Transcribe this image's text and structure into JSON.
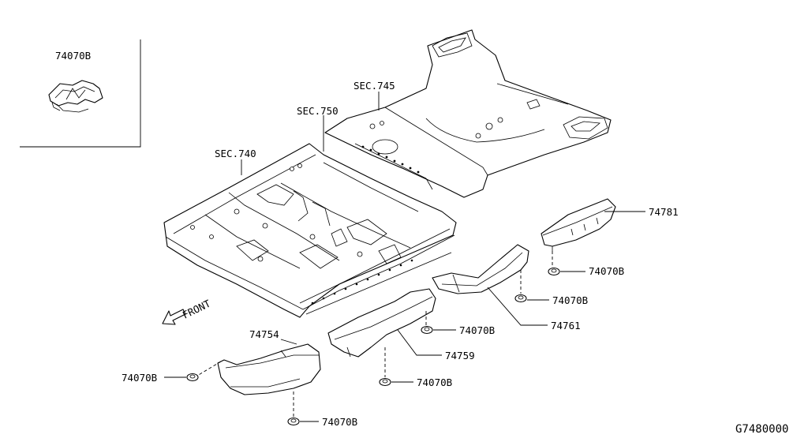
{
  "inset": {
    "label": "74070B"
  },
  "sections": [
    {
      "id": "sec-745",
      "label": "SEC.745"
    },
    {
      "id": "sec-750",
      "label": "SEC.750"
    },
    {
      "id": "sec-740",
      "label": "SEC.740"
    }
  ],
  "callouts": [
    {
      "id": "part-74781",
      "label": "74781"
    },
    {
      "id": "clip-74070b-a",
      "label": "74070B"
    },
    {
      "id": "clip-74070b-b",
      "label": "74070B"
    },
    {
      "id": "part-74761",
      "label": "74761"
    },
    {
      "id": "clip-74070b-c",
      "label": "74070B"
    },
    {
      "id": "part-74759",
      "label": "74759"
    },
    {
      "id": "part-74754",
      "label": "74754"
    },
    {
      "id": "clip-74070b-d",
      "label": "74070B"
    },
    {
      "id": "clip-74070b-e",
      "label": "74070B"
    },
    {
      "id": "clip-74070b-f",
      "label": "74070B"
    }
  ],
  "front_label": "FRONT",
  "diagram_code": "G7480000"
}
